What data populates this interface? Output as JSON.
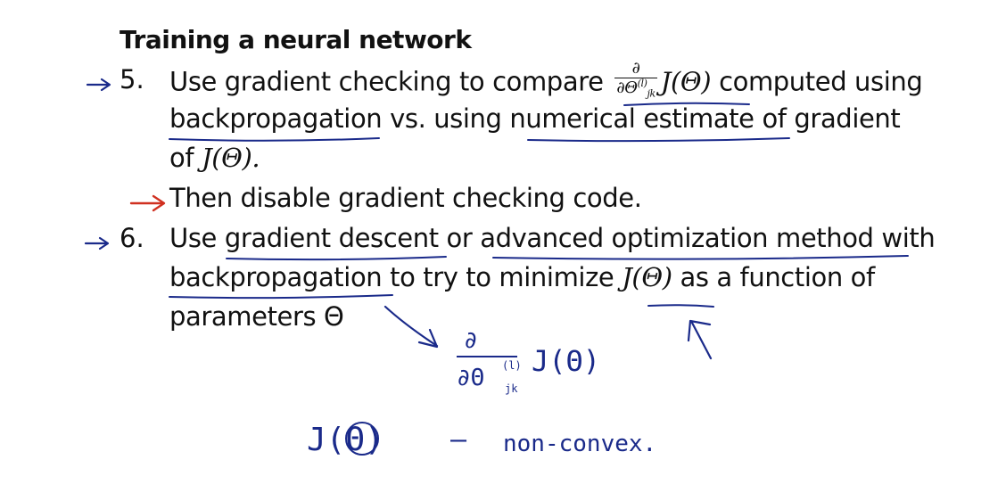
{
  "title": "Training a neural network",
  "steps": [
    {
      "number": "5.",
      "line1_a": "Use gradient checking to compare",
      "line1_b": "computed using",
      "line2_a": "backpropagation",
      "line2_b": "vs. using",
      "line2_c": "numerical estimate",
      "line2_d": "of gradient",
      "line3_a": "of",
      "line3_b": "J(Θ).",
      "sub_step": "Then disable gradient checking code.",
      "deriv_num": "∂",
      "deriv_den": "∂Θ",
      "deriv_sup": "(l)",
      "deriv_sub": "jk",
      "deriv_fn": "J(Θ)"
    },
    {
      "number": "6.",
      "line1_a": "Use",
      "line1_b": "gradient descent",
      "line1_c": "or",
      "line1_d": "advanced optimization method",
      "line1_e": "with",
      "line2_a": "backpropagation",
      "line2_b": "to try to  minimize",
      "line2_c": "J(Θ)",
      "line2_d": "as a function of",
      "line3": "parameters Θ"
    }
  ],
  "handwritten": {
    "deriv_num": "∂",
    "deriv_den": "∂Θ",
    "deriv_sup": "(l)",
    "deriv_sub": "jk",
    "deriv_fn": "J(Θ)",
    "cost": "J(Θ)",
    "dash": "–",
    "note": "non-convex."
  },
  "colors": {
    "text": "#111111",
    "blue_ink": "#1a2a8a",
    "red_ink": "#d03020"
  }
}
